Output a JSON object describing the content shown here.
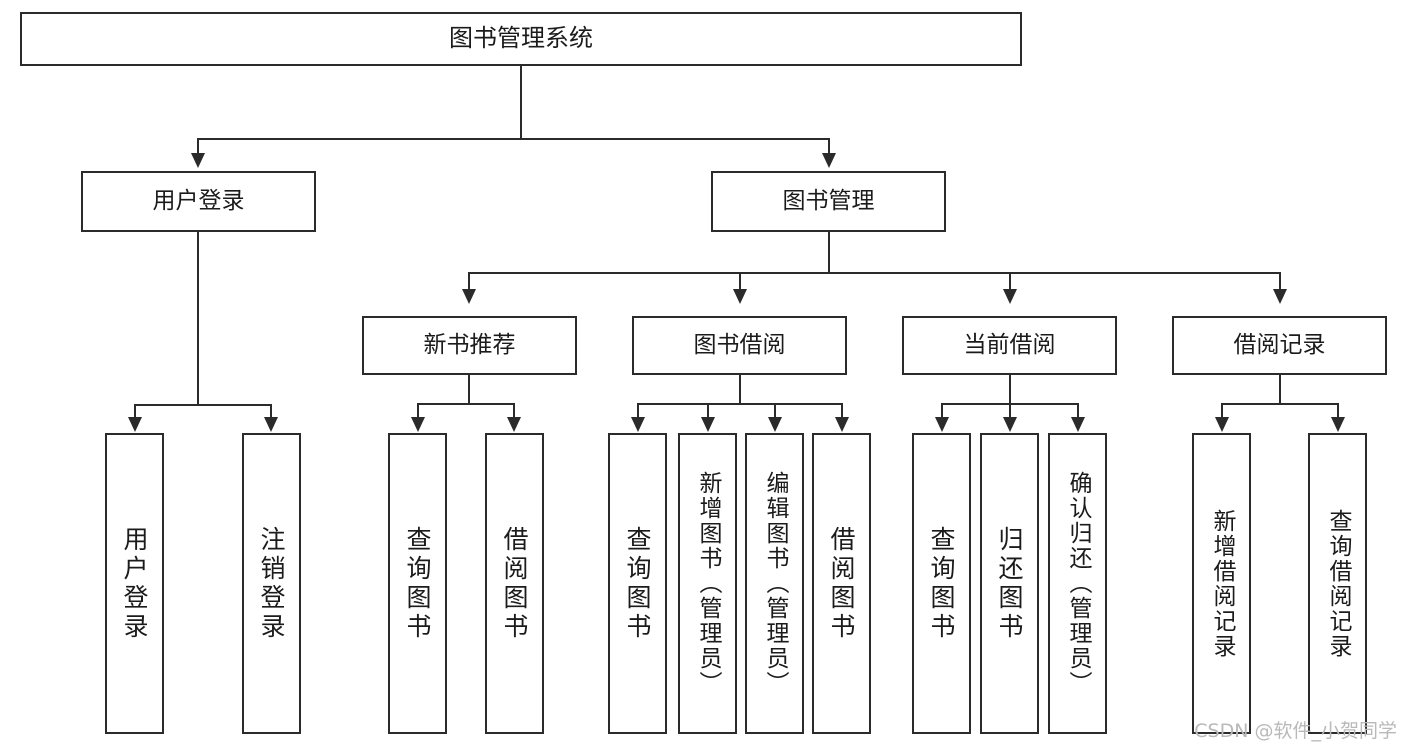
{
  "diagram": {
    "type": "tree-hierarchy",
    "title": "图书管理系统",
    "watermark": "CSDN @软件_小贺同学",
    "colors": {
      "stroke": "#2b2b2b",
      "background": "#ffffff",
      "text": "#1b1b1b",
      "watermark": "#b9b9b9"
    },
    "levels": {
      "root": {
        "label": "图书管理系统"
      },
      "level2": [
        {
          "label": "用户登录"
        },
        {
          "label": "图书管理"
        }
      ],
      "level3": [
        {
          "label": "新书推荐"
        },
        {
          "label": "图书借阅"
        },
        {
          "label": "当前借阅"
        },
        {
          "label": "借阅记录"
        }
      ],
      "leaves": {
        "user_login": [
          {
            "label": "用户登录"
          },
          {
            "label": "注销登录"
          }
        ],
        "new_book_recommend": [
          {
            "label": "查询图书"
          },
          {
            "label": "借阅图书"
          }
        ],
        "book_borrow": [
          {
            "label": "查询图书"
          },
          {
            "label": "新增图书（管理员）"
          },
          {
            "label": "编辑图书（管理员）"
          },
          {
            "label": "借阅图书"
          }
        ],
        "current_borrow": [
          {
            "label": "查询图书"
          },
          {
            "label": "归还图书"
          },
          {
            "label": "确认归还（管理员）"
          }
        ],
        "borrow_record": [
          {
            "label": "新增借阅记录"
          },
          {
            "label": "查询借阅记录"
          }
        ]
      }
    }
  }
}
